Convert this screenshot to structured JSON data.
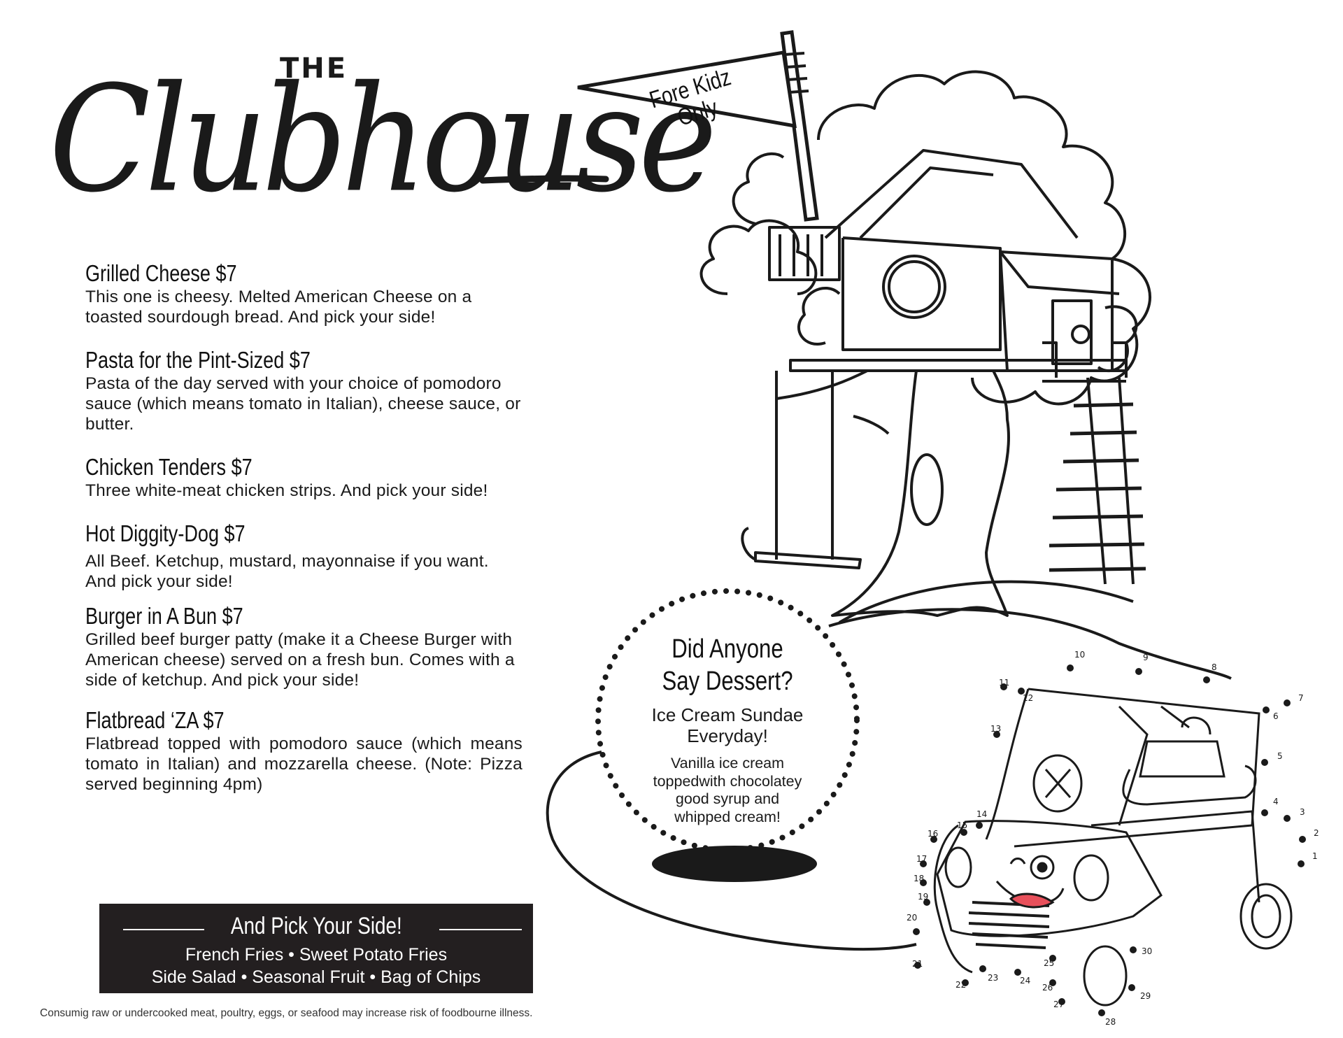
{
  "logo": {
    "the": "THE",
    "script": "Clubhouse"
  },
  "menu": {
    "items": [
      {
        "title": "Grilled Cheese $7",
        "description": "This one is cheesy. Melted American Cheese on a toasted sourdough bread. And pick your side!"
      },
      {
        "title": "Pasta for the Pint-Sized $7",
        "description": "Pasta of the day served with your choice of pomodoro sauce (which means tomato in Italian), cheese sauce, or butter."
      },
      {
        "title": "Chicken Tenders $7",
        "description": "Three white-meat chicken strips. And pick your side!"
      },
      {
        "title": "Hot Diggity-Dog $7",
        "description": "All Beef. Ketchup, mustard, mayonnaise if you want. And pick your side!"
      },
      {
        "title": "Burger in A Bun $7",
        "description": "Grilled beef burger patty (make it a Cheese Burger with American cheese) served on a fresh bun. Comes with a side of ketchup. And pick your side!"
      },
      {
        "title": "Flatbread ‘ZA $7",
        "description": "Flatbread topped with pomodoro sauce (which means tomato in Italian) and mozzarella cheese. (Note: Pizza served beginning 4pm)"
      }
    ]
  },
  "sides": {
    "title": "And Pick Your Side!",
    "line1": "French Fries • Sweet Potato Fries",
    "line2": "Side Salad • Seasonal Fruit • Bag of Chips"
  },
  "disclaimer": "Consumig raw or undercooked meat, poultry, eggs, or seafood may increase risk of foodbourne illness.",
  "flag": {
    "line1": "Fore Kidz",
    "line2": "Only"
  },
  "dessert": {
    "title_line1": "Did Anyone",
    "title_line2": "Say Dessert?",
    "subtitle_line1": "Ice Cream Sundae",
    "subtitle_line2": "Everyday!",
    "desc_line1": "Vanilla ice cream",
    "desc_line2": "toppedwith chocolatey",
    "desc_line3": "good syrup and",
    "desc_line4": "whipped cream!"
  },
  "dot_numbers": [
    "1",
    "2",
    "3",
    "4",
    "5",
    "6",
    "7",
    "8",
    "9",
    "10",
    "11",
    "12",
    "13",
    "14",
    "15",
    "16",
    "17",
    "18",
    "19",
    "20",
    "21",
    "22",
    "23",
    "24",
    "25",
    "26",
    "27",
    "28",
    "29",
    "30"
  ],
  "colors": {
    "ink": "#1a1a1a",
    "sides_bg": "#231f20",
    "paper": "#ffffff",
    "cart_mouth": "#e8505b"
  }
}
